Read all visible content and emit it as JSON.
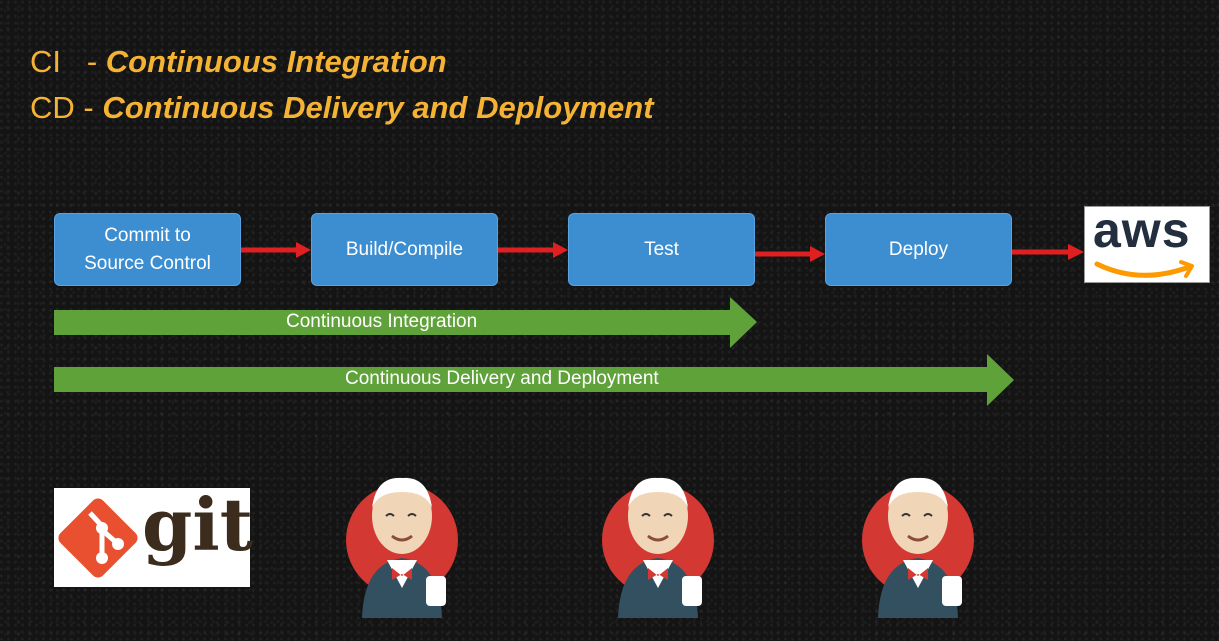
{
  "title": {
    "ci_abbr": "CI   - ",
    "ci_full": "Continuous Integration",
    "cd_abbr": "CD - ",
    "cd_full": "Continuous Delivery and Deployment"
  },
  "pipeline": {
    "stages": [
      "Commit to\nSource Control",
      "Build/Compile",
      "Test",
      "Deploy"
    ]
  },
  "bands": {
    "ci": "Continuous Integration",
    "cd": "Continuous Delivery and Deployment"
  },
  "logos": {
    "aws": "aws",
    "git": "git"
  },
  "colors": {
    "title": "#f5b335",
    "stage": "#3d8ed0",
    "connector": "#e02020",
    "band": "#5fa23a"
  }
}
